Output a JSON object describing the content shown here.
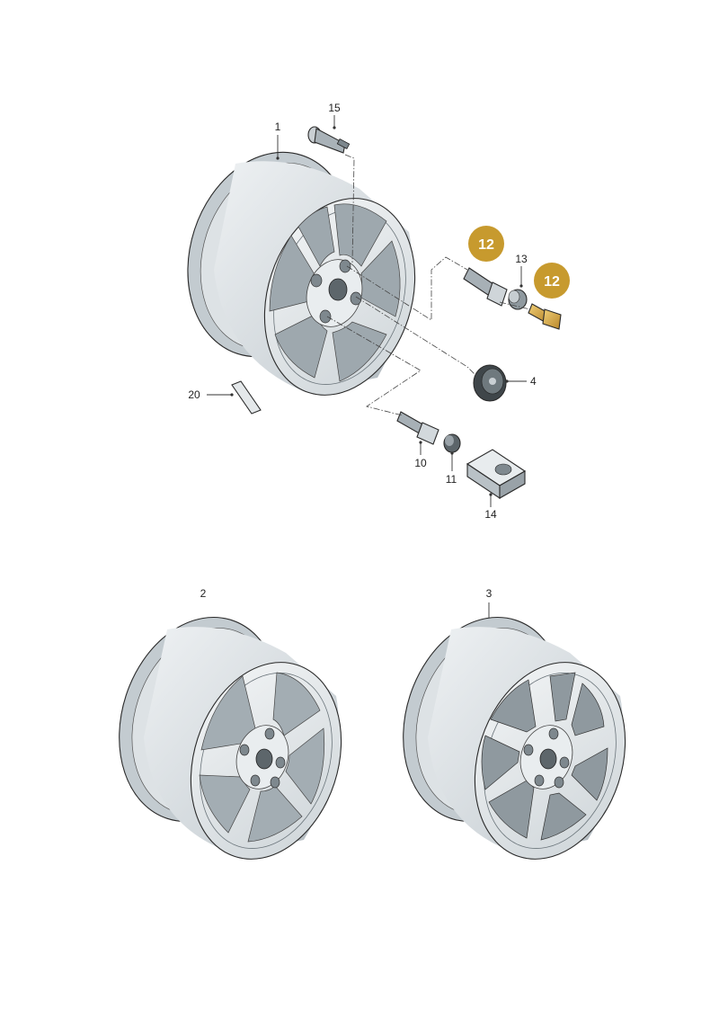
{
  "colors": {
    "rim_fill": "#dfe4e7",
    "rim_shadow": "#b9c2c8",
    "rim_dark": "#8f999f",
    "outline": "#2a2a2a",
    "highlight_part": "#d9a93a",
    "badge": "#c79a2e",
    "badge_text": "#ffffff"
  },
  "callouts": {
    "p1": "1",
    "p2": "2",
    "p3": "3",
    "p4": "4",
    "p10": "10",
    "p11": "11",
    "p12a": "12",
    "p12b": "12",
    "p13": "13",
    "p14": "14",
    "p15": "15",
    "p20": "20"
  },
  "parts": {
    "wheel_main": "alloy-wheel-5-spoke-split",
    "wheel_2": "alloy-wheel-5-spoke",
    "wheel_3": "alloy-wheel-double-spoke",
    "highlighted": [
      "12"
    ]
  }
}
